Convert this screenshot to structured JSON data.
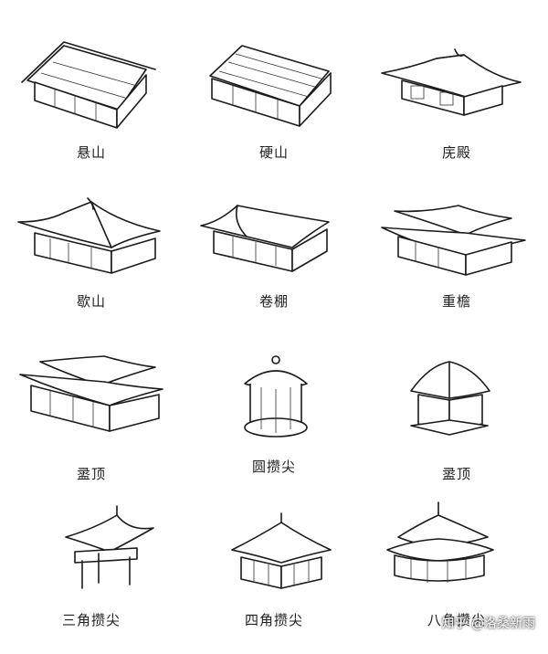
{
  "roof_types": [
    {
      "label": "悬山"
    },
    {
      "label": "硬山"
    },
    {
      "label": "庑殿"
    },
    {
      "label": "歇山"
    },
    {
      "label": "卷棚"
    },
    {
      "label": "重檐"
    },
    {
      "label": "盝顶"
    },
    {
      "label": "圆攒尖"
    },
    {
      "label": "盝顶"
    },
    {
      "label": "三角攒尖"
    },
    {
      "label": "四角攒尖"
    },
    {
      "label": "八角攒尖"
    }
  ],
  "watermark": "知乎 @洛桑新雨"
}
